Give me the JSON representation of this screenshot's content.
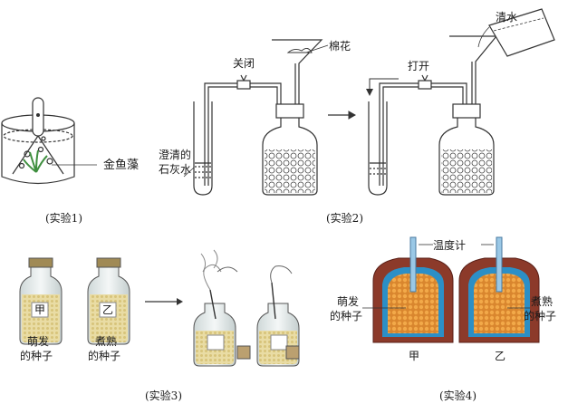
{
  "labels": {
    "goldfish_weed": "金鱼藻",
    "closed": "关闭",
    "cotton": "棉花",
    "clear_limewater_1": "澄清的",
    "clear_limewater_2": "石灰水",
    "open": "打开",
    "clean_water": "清水",
    "germinating_1": "萌发",
    "germinating_2": "的种子",
    "boiled_1": "煮熟",
    "boiled_2": "的种子",
    "jia": "甲",
    "yi": "乙",
    "thermometer": "温度计",
    "germinating_4a": "萌发",
    "germinating_4b": "的种子",
    "boiled_4a": "煮熟",
    "boiled_4b": "的种子",
    "jia4": "甲",
    "yi4": "乙"
  },
  "captions": {
    "exp1": "(实验1)",
    "exp2": "(实验2)",
    "exp3": "(实验3)",
    "exp4": "(实验4)"
  }
}
